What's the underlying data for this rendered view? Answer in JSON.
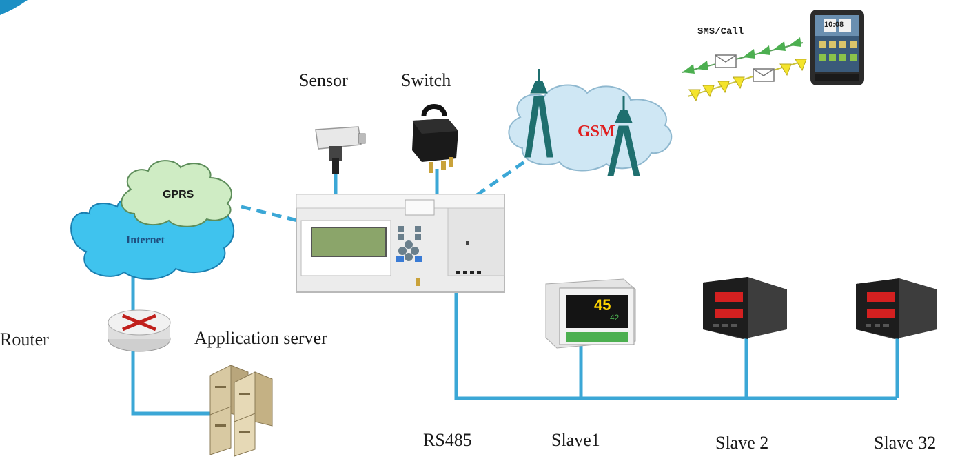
{
  "labels": {
    "sensor": "Sensor",
    "switch": "Switch",
    "router": "Router",
    "application_server": "Application server",
    "rs485": "RS485",
    "slave1": "Slave1",
    "slave2": "Slave 2",
    "slave32": "Slave 32"
  },
  "clouds": {
    "gprs": "GPRS",
    "internet": "Internet",
    "gsm": "GSM"
  },
  "sms_call": "SMS/Call",
  "slave1_display": {
    "top": "45",
    "bottom": "42"
  },
  "phone_clock": "10:08",
  "colors": {
    "link": "#3ba7d6",
    "internet_cloud": "#3fc3ee",
    "gprs_cloud": "#cfecc4",
    "gsm_cloud": "#cfe7f4",
    "gsm_text": "#e02020",
    "tower": "#1f6f6f",
    "green_arrow": "#4caf50",
    "yellow_arrow": "#f4e42c"
  }
}
